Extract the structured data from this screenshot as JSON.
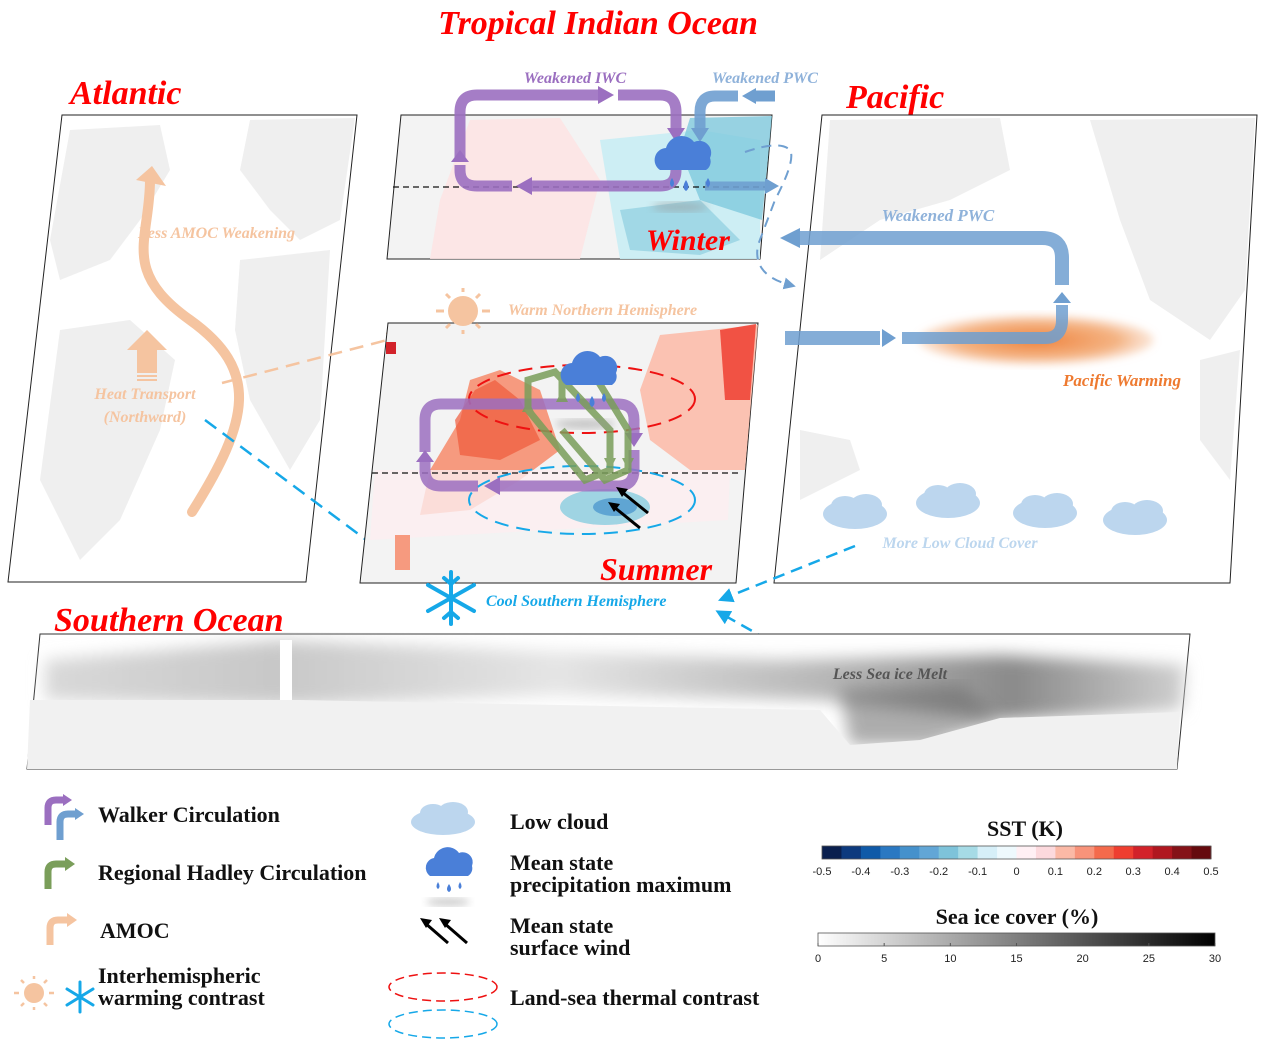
{
  "titles": {
    "tropical_indian_ocean": "Tropical Indian Ocean",
    "atlantic": "Atlantic",
    "pacific": "Pacific",
    "southern_ocean": "Southern Ocean",
    "winter": "Winter",
    "summer": "Summer"
  },
  "annotations": {
    "weakened_iwc": "Weakened IWC",
    "weakened_pwc_top": "Weakened PWC",
    "weakened_pwc_pacific": "Weakened PWC",
    "less_amoc_weakening": "Less AMOC Weakening",
    "heat_transport_line1": "Heat Transport",
    "heat_transport_line2": "(Northward)",
    "warm_northern_hemisphere": "Warm Northern Hemisphere",
    "cool_southern_hemisphere": "Cool Southern Hemisphere",
    "pacific_warming": "Pacific Warming",
    "more_low_cloud_cover": "More Low Cloud Cover",
    "less_sea_ice_melt": "Less Sea ice Melt"
  },
  "colors": {
    "title_red": "#ff0000",
    "iwc_purple": "#9b6fc0",
    "pwc_blue": "#6f9fd0",
    "hadley_green": "#7a9e5a",
    "amoc_peach": "#f5c4a0",
    "cool_cyan": "#16a8e8",
    "pacific_orange": "#ee7a30",
    "low_cloud": "#bcd6ee",
    "rain_cloud": "#4a7fd8",
    "sea_ice_label": "#555555"
  },
  "legend": {
    "left": [
      {
        "icon": "walker-arrow-icon",
        "label": "Walker Circulation"
      },
      {
        "icon": "hadley-arrow-icon",
        "label": "Regional Hadley Circulation"
      },
      {
        "icon": "amoc-arrow-icon",
        "label": "AMOC"
      },
      {
        "icon": "sun-snowflake-icon",
        "label_line1": "Interhemispheric",
        "label_line2": "warming contrast"
      }
    ],
    "middle": [
      {
        "icon": "low-cloud-icon",
        "label": "Low cloud"
      },
      {
        "icon": "rain-cloud-icon",
        "label_line1": "Mean state",
        "label_line2": "precipitation maximum"
      },
      {
        "icon": "wind-arrows-icon",
        "label_line1": "Mean state",
        "label_line2": "surface wind"
      },
      {
        "icon": "dashed-ellipses-icon",
        "label": "Land-sea thermal contrast"
      }
    ]
  },
  "colorbars": {
    "sst": {
      "title": "SST (K)",
      "ticks": [
        "-0.5",
        "-0.4",
        "-0.3",
        "-0.2",
        "-0.1",
        "0",
        "0.1",
        "0.2",
        "0.3",
        "0.4",
        "0.5"
      ],
      "range": [
        -0.5,
        0.5
      ],
      "colors": [
        "#0a1f4e",
        "#0d3a7e",
        "#0f5aa8",
        "#2a78c2",
        "#4591cc",
        "#62a6d6",
        "#7ec3da",
        "#a6dbe6",
        "#d6eff8",
        "#eef9fd",
        "#fff0f4",
        "#fcd9dd",
        "#fbb9a6",
        "#f8937a",
        "#f46a4c",
        "#ef3e30",
        "#d2222a",
        "#b01720",
        "#851218",
        "#650a0e"
      ]
    },
    "sea_ice": {
      "title": "Sea ice cover (%)",
      "ticks": [
        "0",
        "5",
        "10",
        "15",
        "20",
        "25",
        "30"
      ],
      "range": [
        0,
        30
      ]
    }
  }
}
